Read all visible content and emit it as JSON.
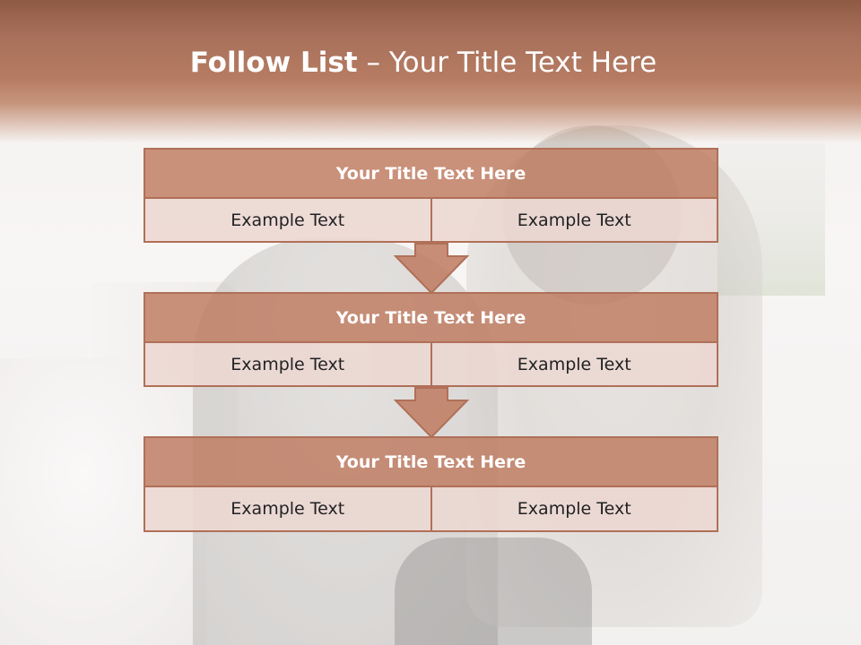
{
  "slide": {
    "title_bold": "Follow List",
    "title_rest": " – Your Title Text Here"
  },
  "steps": [
    {
      "title": "Your Title Text Here",
      "left": "Example Text",
      "right": "Example Text"
    },
    {
      "title": "Your Title Text Here",
      "left": "Example Text",
      "right": "Example Text"
    },
    {
      "title": "Your Title Text Here",
      "left": "Example Text",
      "right": "Example Text"
    }
  ],
  "colors": {
    "header": "#a8705a",
    "block_title": "#c0806a",
    "block_cell": "#ecd7d2",
    "border": "#b07058"
  }
}
